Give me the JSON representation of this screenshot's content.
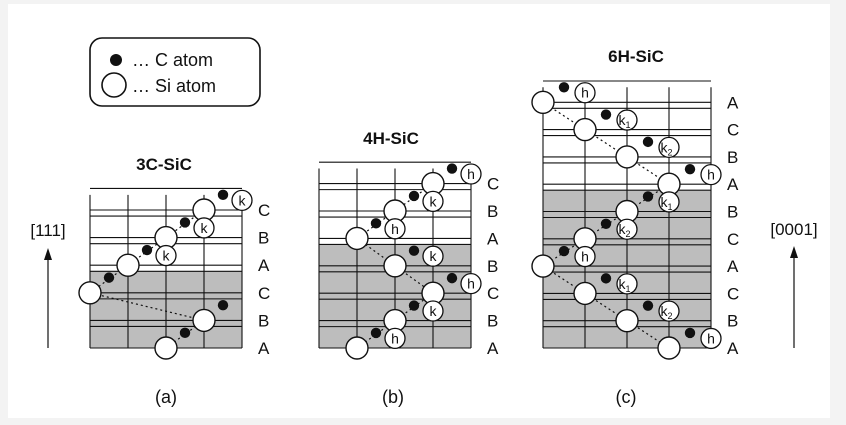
{
  "legend": {
    "c_atom": "… C  atom",
    "si_atom": "… Si  atom"
  },
  "axes": {
    "left": "[111]",
    "right": "[0001]"
  },
  "colors": {
    "shade": "#bdbdbd",
    "ink": "#111111",
    "si_fill": "#ffffff",
    "background": "#ffffff"
  },
  "panels": [
    {
      "title": "3C-SiC",
      "caption": "(a)",
      "stacking": [
        "C",
        "B",
        "A",
        "C",
        "B",
        "A"
      ],
      "shaded_layers": 3,
      "si_column": [
        3,
        2,
        1,
        0,
        3,
        2
      ],
      "sites": [
        {
          "layer": 0,
          "label": "k",
          "sub": ""
        },
        {
          "layer": 1,
          "label": "k",
          "sub": ""
        },
        {
          "layer": 2,
          "label": "k",
          "sub": ""
        }
      ]
    },
    {
      "title": "4H-SiC",
      "caption": "(b)",
      "stacking": [
        "C",
        "B",
        "A",
        "B",
        "C",
        "B",
        "A"
      ],
      "shaded_layers": 4,
      "si_column": [
        3,
        2,
        1,
        2,
        3,
        2,
        1
      ],
      "sites": [
        {
          "layer": 0,
          "label": "h",
          "sub": ""
        },
        {
          "layer": 1,
          "label": "k",
          "sub": ""
        },
        {
          "layer": 2,
          "label": "h",
          "sub": ""
        },
        {
          "layer": 3,
          "label": "k",
          "sub": ""
        },
        {
          "layer": 4,
          "label": "h",
          "sub": ""
        },
        {
          "layer": 5,
          "label": "k",
          "sub": ""
        },
        {
          "layer": 6,
          "label": "h",
          "sub": ""
        }
      ]
    },
    {
      "title": "6H-SiC",
      "caption": "(c)",
      "stacking": [
        "A",
        "C",
        "B",
        "A",
        "B",
        "C",
        "A",
        "C",
        "B",
        "A"
      ],
      "shaded_layers": 6,
      "si_column": [
        0,
        1,
        2,
        3,
        2,
        1,
        0,
        1,
        2,
        3
      ],
      "sites": [
        {
          "layer": 0,
          "label": "h",
          "sub": ""
        },
        {
          "layer": 1,
          "label": "k",
          "sub": "1"
        },
        {
          "layer": 2,
          "label": "k",
          "sub": "2"
        },
        {
          "layer": 3,
          "label": "h",
          "sub": ""
        },
        {
          "layer": 4,
          "label": "k",
          "sub": "1"
        },
        {
          "layer": 5,
          "label": "k",
          "sub": "2"
        },
        {
          "layer": 6,
          "label": "h",
          "sub": ""
        },
        {
          "layer": 7,
          "label": "k",
          "sub": "1"
        },
        {
          "layer": 8,
          "label": "k",
          "sub": "2"
        },
        {
          "layer": 9,
          "label": "h",
          "sub": ""
        }
      ]
    }
  ]
}
